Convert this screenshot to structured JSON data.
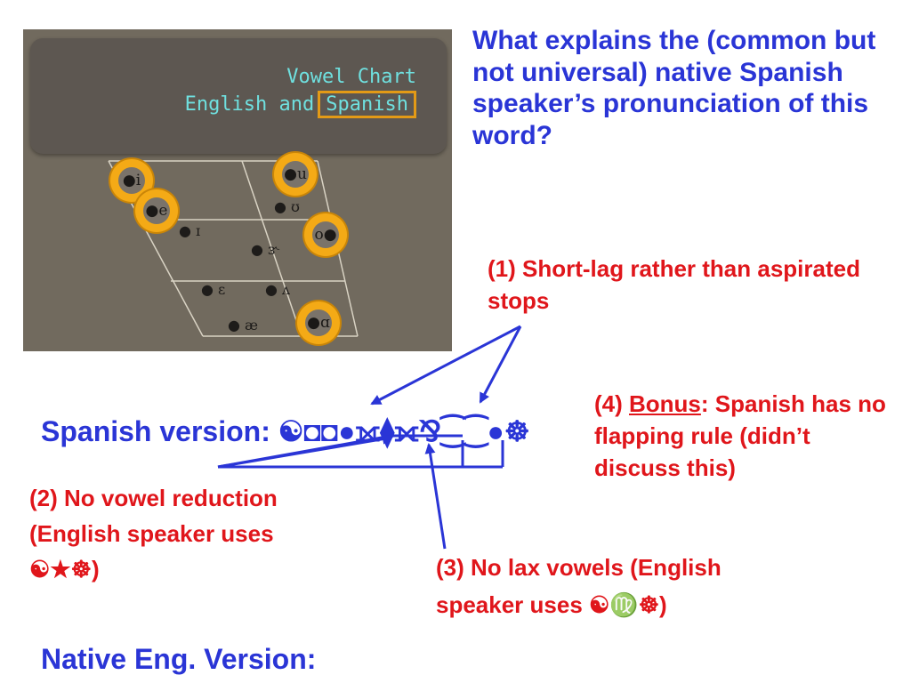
{
  "vowel_chart": {
    "title": "Vowel Chart",
    "subtitle_prefix": "English and",
    "subtitle_highlight": "Spanish",
    "symbols": {
      "i": "i",
      "e": "e",
      "u": "u",
      "o": "o",
      "a": "ɑ",
      "small_I": "ɪ",
      "small_U": "ʊ",
      "schwa_r": "ɝ",
      "epsilon": "ɛ",
      "caret": "ʌ",
      "ae": "æ"
    },
    "colors": {
      "ring": "#f4aa16",
      "title": "#6fe0df",
      "highlight_border": "#e39a16"
    }
  },
  "question": "What explains the (common but not universal) native Spanish speaker’s pronunciation of this word?",
  "labels": {
    "l1": "(1) Short-lag rather than aspirated stops",
    "l2_line1": "(2) No vowel reduction",
    "l2_line2": "(English speaker uses",
    "l2_glyphs": "☯★☸",
    "l2_close": ")",
    "l3_line1": "(3) No lax vowels (English",
    "l3_line2": "speaker uses ",
    "l3_glyphs": "☯♍☸",
    "l3_close": ")",
    "l4_line1": "(4) ",
    "l4_underlined": "Bonus",
    "l4_rest": ": Spanish has no flapping rule (didn’t discuss this)"
  },
  "spanish_version": {
    "label": "Spanish version:",
    "glyphs": "☯◘◘●⟗⧫⟗⅋⁐⁐●☸"
  },
  "native_version": {
    "label": "Native Eng. Version:"
  },
  "colors": {
    "blue": "#2a35d6",
    "red": "#e0161b"
  }
}
